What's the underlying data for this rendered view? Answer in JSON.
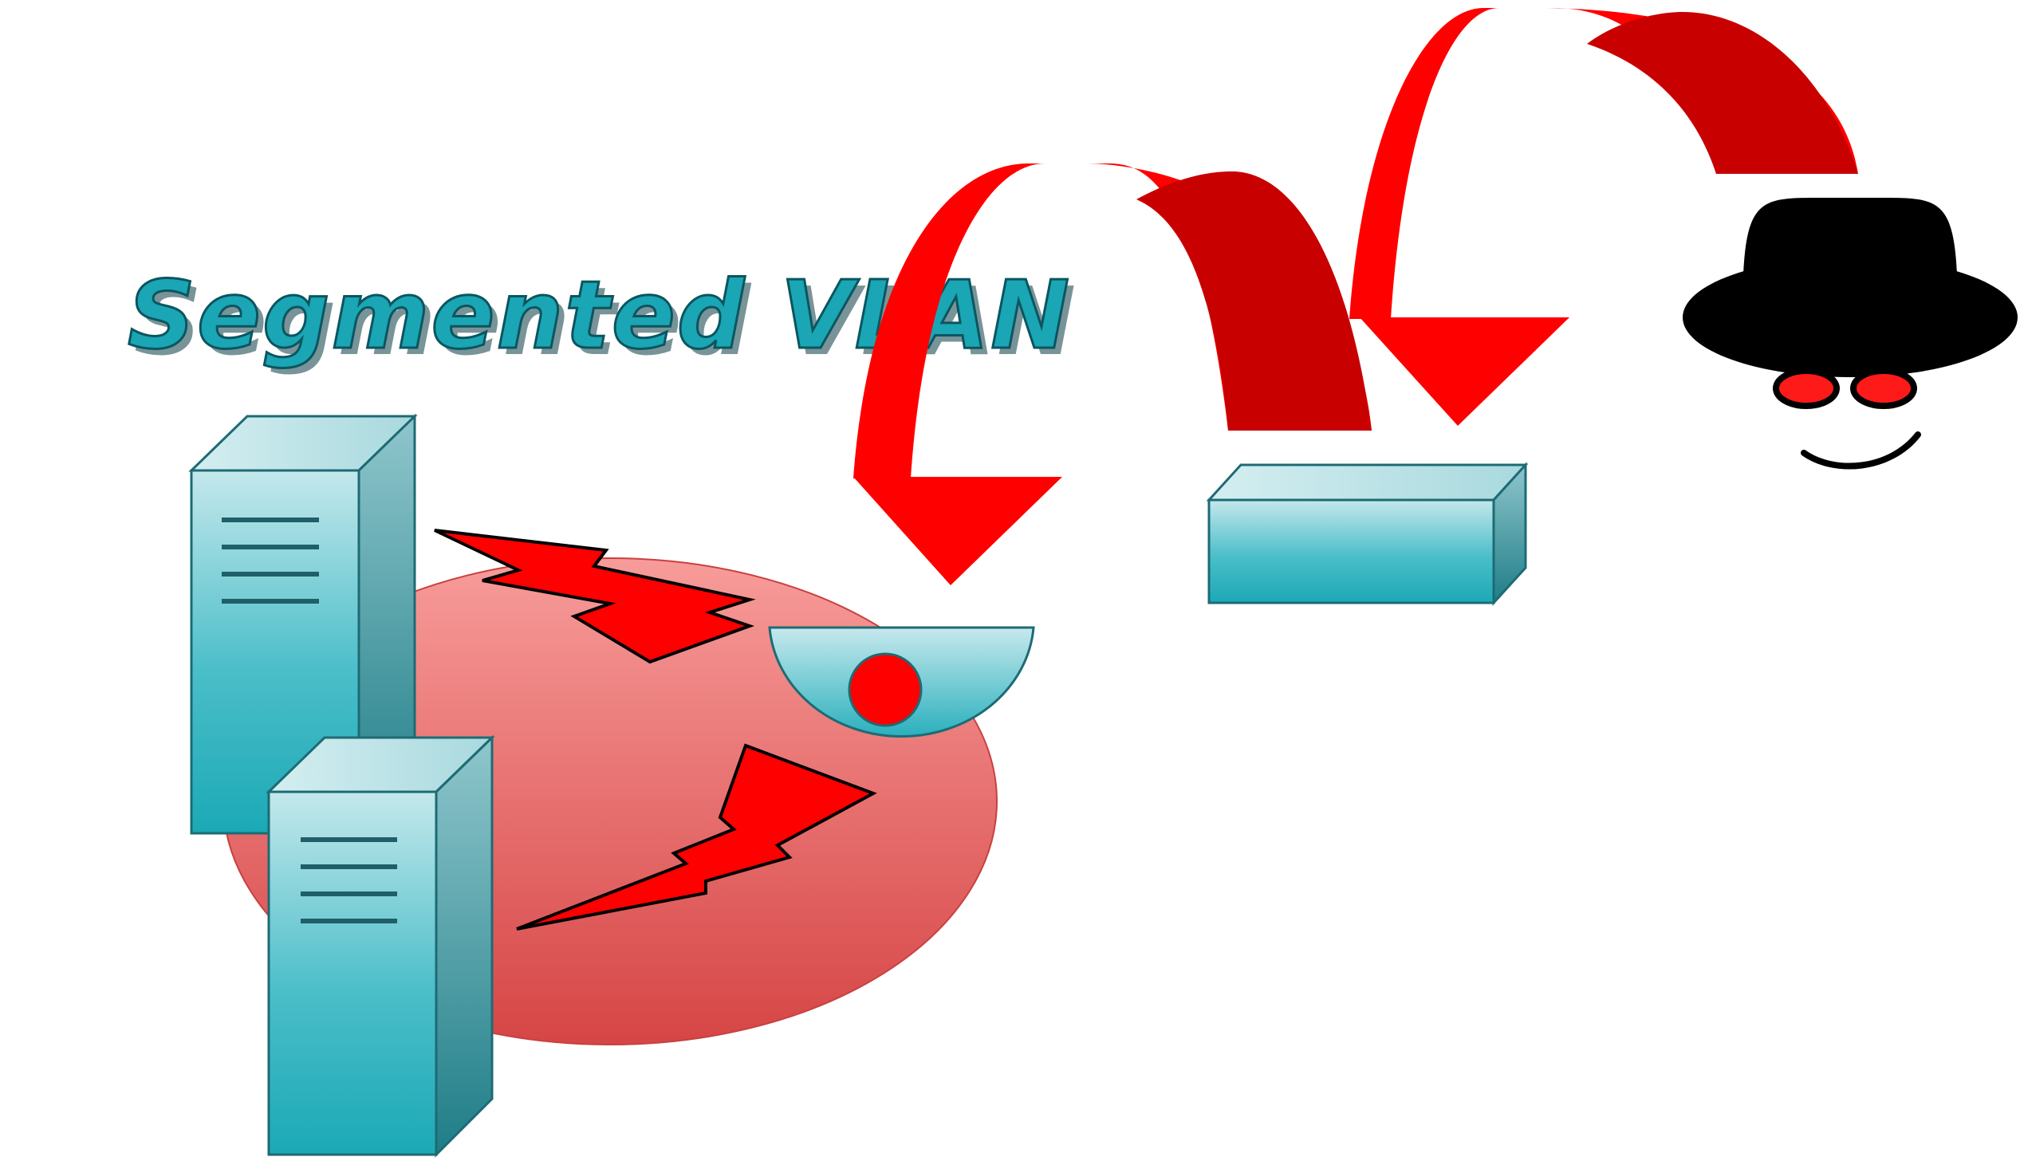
{
  "title": "Segmented VLAN",
  "colors": {
    "title_fill": "#1aa6b4",
    "title_stroke": "#0b5560",
    "arrow_red": "#ff0000",
    "arrow_dark_red": "#c80000",
    "device_teal": "#2bb3c0",
    "device_light": "#bfe6ea",
    "device_dark": "#1d7f8a",
    "zone_pink": "#f08a88",
    "zone_red": "#d9484a",
    "lightning": "#ff0000",
    "hat": "#000000",
    "eyes": "#ff1a1a"
  },
  "elements": {
    "zone": "segmented-vlan-zone",
    "servers": [
      "server-1",
      "server-2"
    ],
    "access_point": "wireless-access-point",
    "switch": "network-switch",
    "attacker": "hacker-icon",
    "hops": [
      "vlan-hop-arrow-1",
      "vlan-hop-arrow-2"
    ],
    "attacks": [
      "lightning-attack-1",
      "lightning-attack-2"
    ]
  }
}
